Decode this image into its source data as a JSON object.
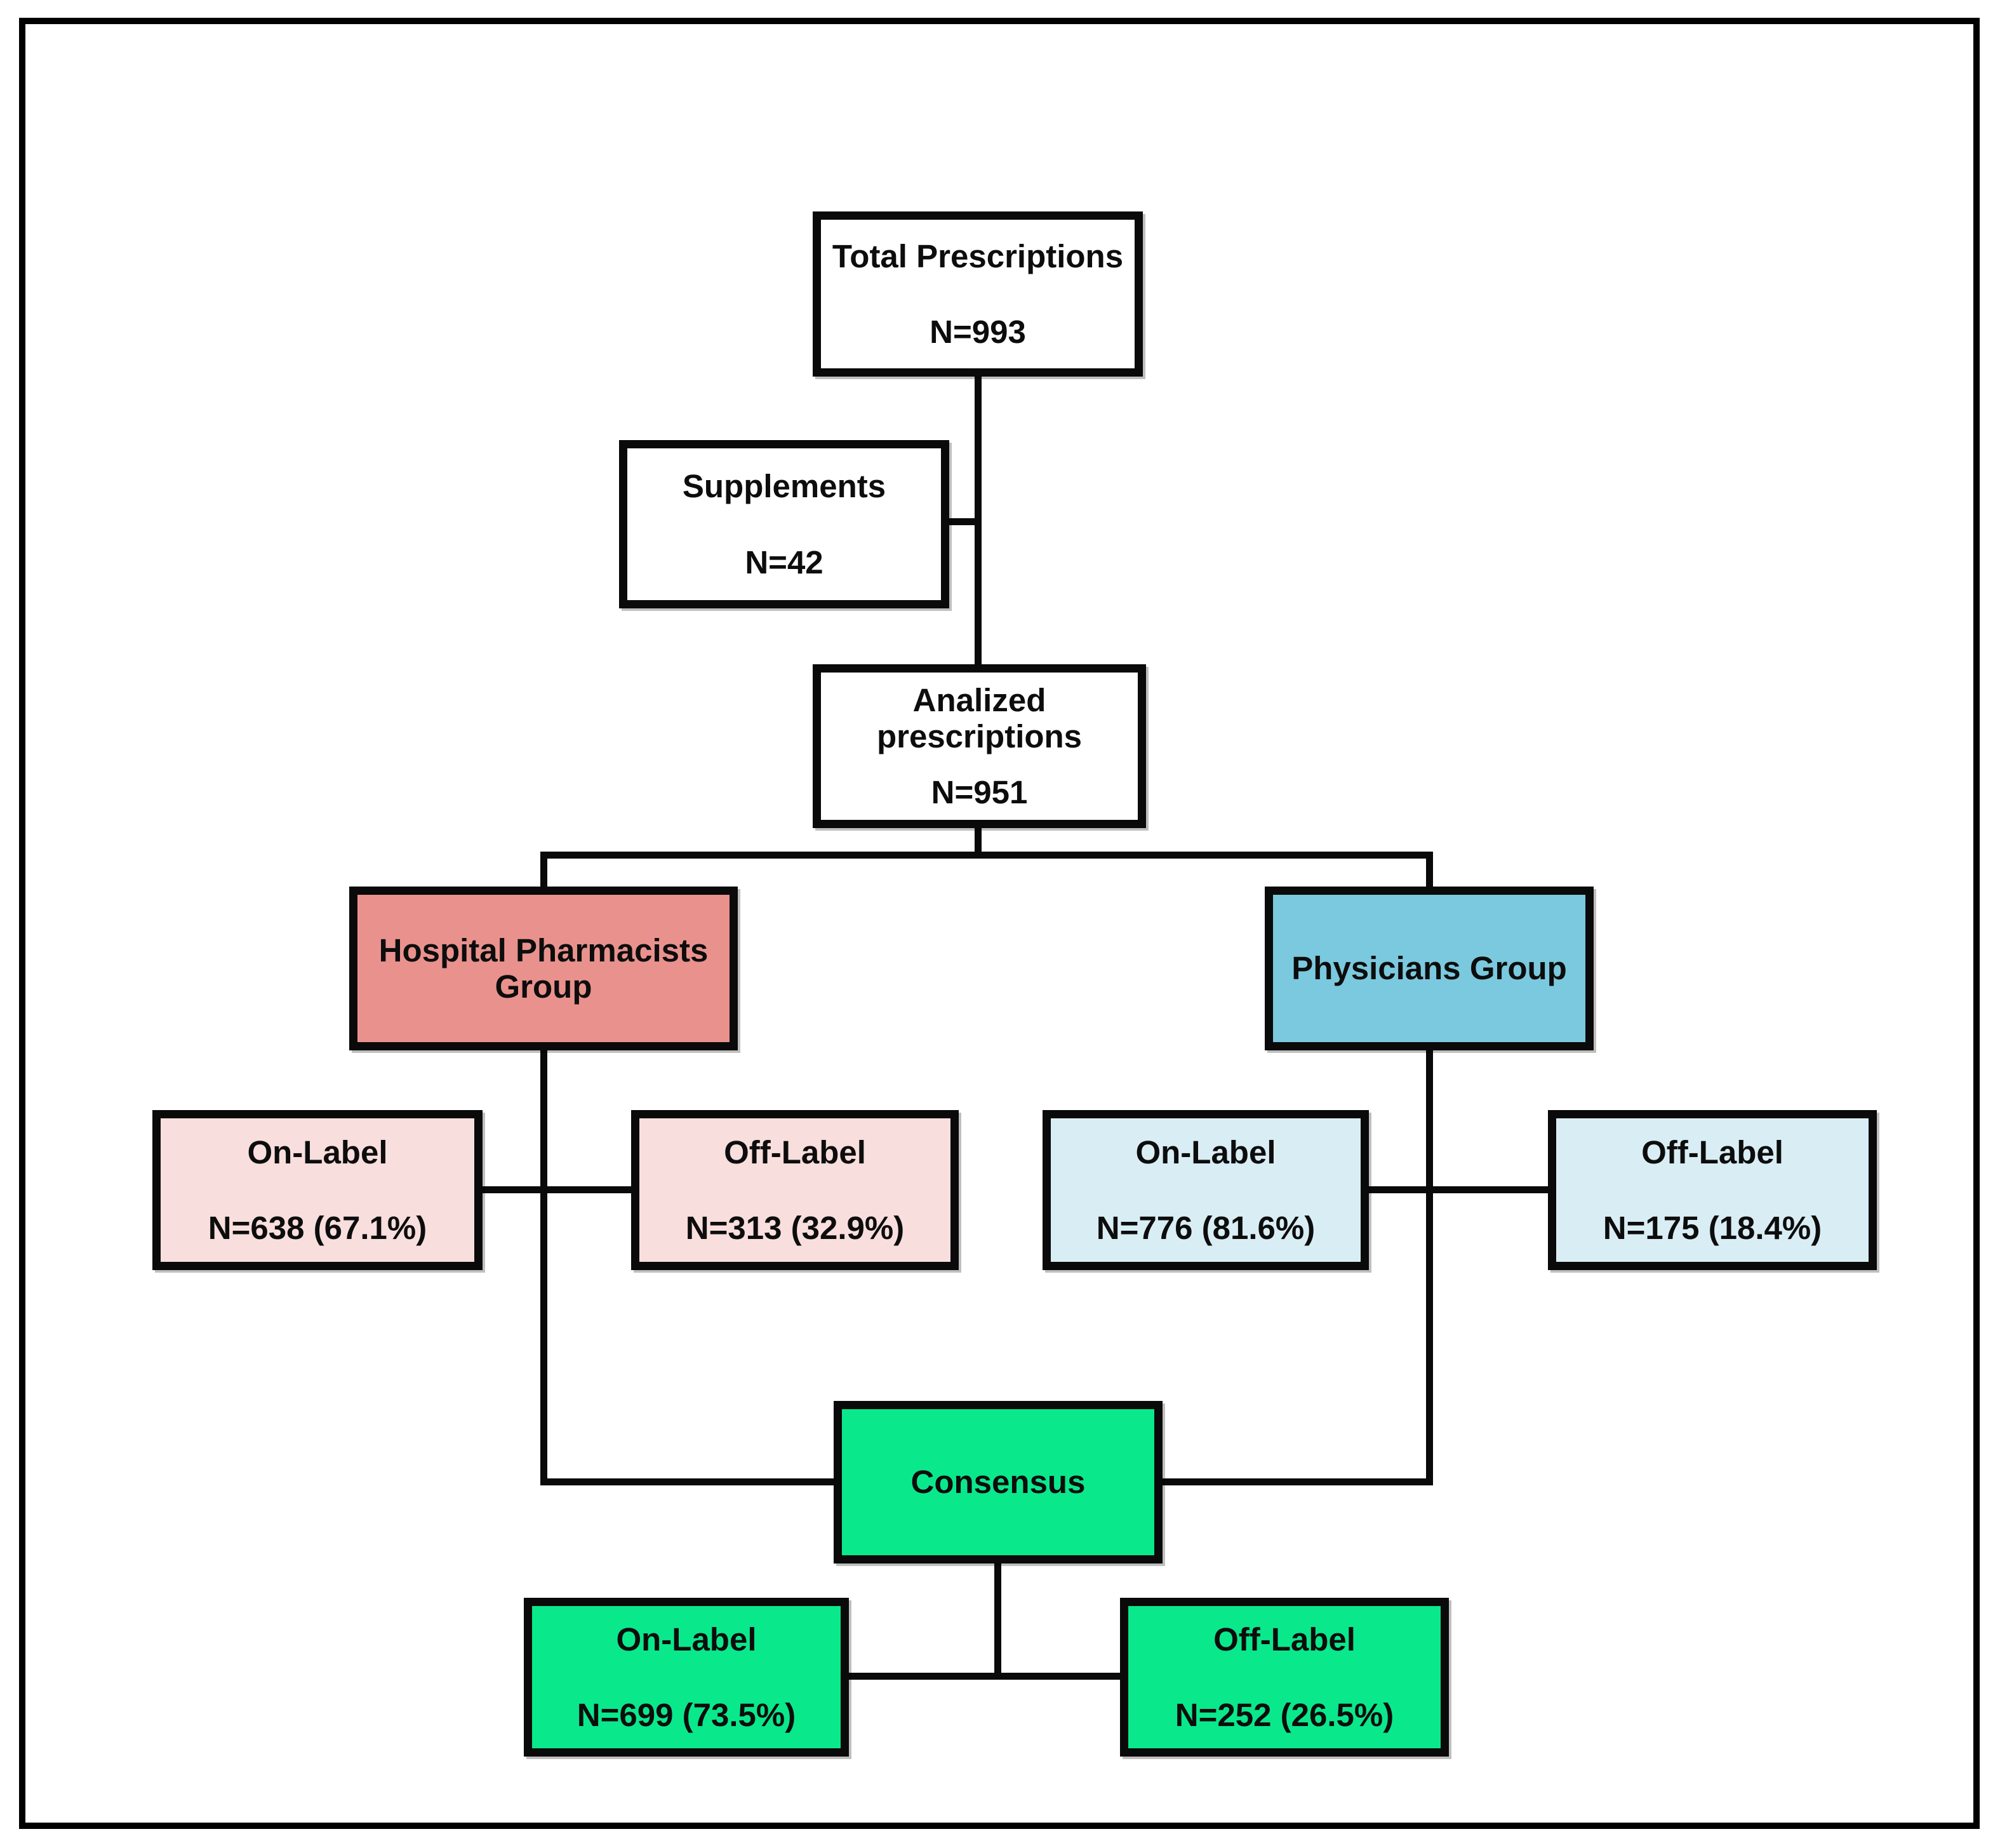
{
  "diagram": {
    "type": "flowchart",
    "description": "Prescription analysis flow diagram",
    "colors": {
      "background": "#ffffff",
      "box_border": "#0a0a0a",
      "connector": "#0a0a0a",
      "pharmacists_group_fill": "#e9928d",
      "pharmacists_label_fill": "#f8dedd",
      "physicians_group_fill": "#7bc9de",
      "physicians_label_fill": "#d9edf4",
      "consensus_fill": "#0ae88c",
      "plain_fill": "#ffffff"
    },
    "nodes": {
      "total": {
        "label": "Total Prescriptions",
        "value": "N=993"
      },
      "supplements": {
        "label": "Supplements",
        "value": "N=42"
      },
      "analized": {
        "label": "Analized prescriptions",
        "value": "N=951"
      },
      "pharm_group": {
        "label": "Hospital Pharmacists Group",
        "value": ""
      },
      "phys_group": {
        "label": "Physicians Group",
        "value": ""
      },
      "pharm_on": {
        "label": "On-Label",
        "value": "N=638 (67.1%)"
      },
      "pharm_off": {
        "label": "Off-Label",
        "value": "N=313 (32.9%)"
      },
      "phys_on": {
        "label": "On-Label",
        "value": "N=776 (81.6%)"
      },
      "phys_off": {
        "label": "Off-Label",
        "value": "N=175 (18.4%)"
      },
      "consensus": {
        "label": "Consensus",
        "value": ""
      },
      "cons_on": {
        "label": "On-Label",
        "value": "N=699 (73.5%)"
      },
      "cons_off": {
        "label": "Off-Label",
        "value": "N=252 (26.5%)"
      }
    },
    "edges": [
      "total -> analized (supplements excluded)",
      "analized -> pharm_group",
      "analized -> phys_group",
      "pharm_group -> pharm_on",
      "pharm_group -> pharm_off",
      "phys_group -> phys_on",
      "phys_group -> phys_off",
      "pharm_group -> consensus",
      "phys_group -> consensus",
      "consensus -> cons_on",
      "consensus -> cons_off"
    ]
  }
}
